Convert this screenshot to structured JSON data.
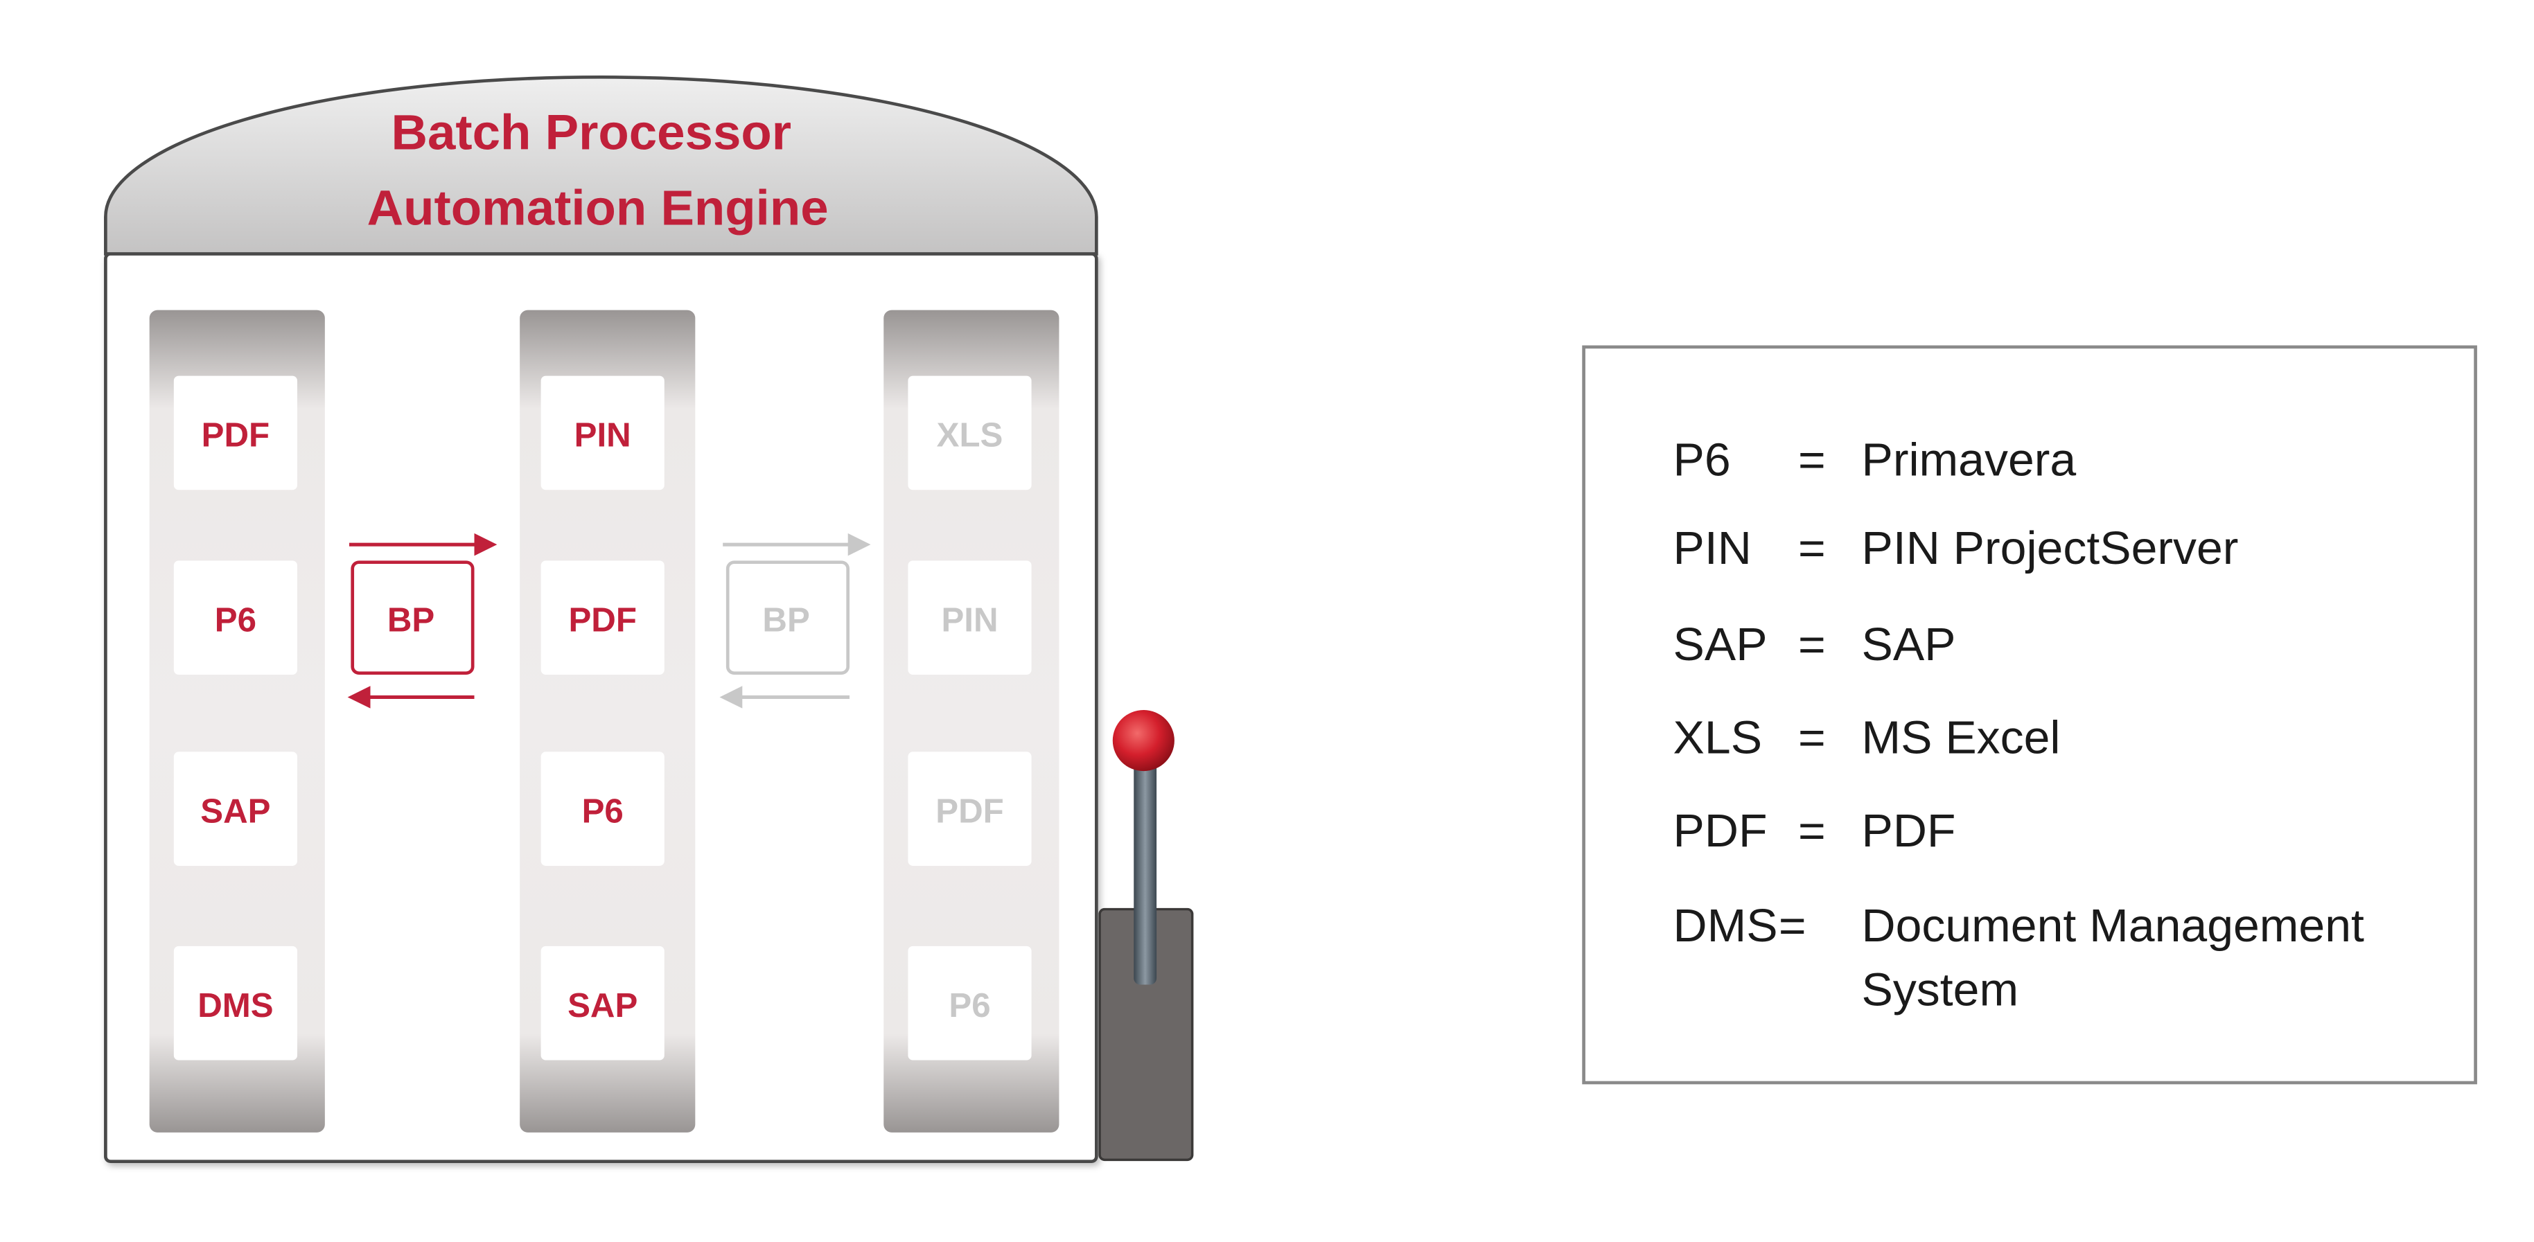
{
  "machine": {
    "title_line1": "Batch Processor",
    "title_line2": "Automation Engine",
    "reels": [
      {
        "items": [
          "PDF",
          "P6",
          "SAP",
          "DMS"
        ],
        "state": "active"
      },
      {
        "items": [
          "PIN",
          "PDF",
          "P6",
          "SAP"
        ],
        "state": "active"
      },
      {
        "items": [
          "XLS",
          "PIN",
          "PDF",
          "P6"
        ],
        "state": "inactive"
      }
    ],
    "connectors": [
      {
        "label": "BP",
        "state": "active"
      },
      {
        "label": "BP",
        "state": "inactive"
      }
    ]
  },
  "legend": {
    "entries": [
      {
        "abbr": "P6",
        "eq": "=",
        "meaning": [
          "Primavera"
        ]
      },
      {
        "abbr": "PIN",
        "eq": "=",
        "meaning": [
          "PIN ProjectServer"
        ]
      },
      {
        "abbr": "SAP",
        "eq": "=",
        "meaning": [
          "SAP"
        ]
      },
      {
        "abbr": "XLS",
        "eq": "=",
        "meaning": [
          "MS Excel"
        ]
      },
      {
        "abbr": "PDF",
        "eq": "=",
        "meaning": [
          "PDF"
        ]
      },
      {
        "abbr": "DMS",
        "eq": "=",
        "meaning": [
          "Document Management",
          "System"
        ]
      }
    ]
  },
  "colors": {
    "active": "#c0203a",
    "inactive": "#c8c8c8",
    "frame": "#4a4a4a",
    "lever_knob": "#d41f2c",
    "lever_base": "#6b6766"
  }
}
